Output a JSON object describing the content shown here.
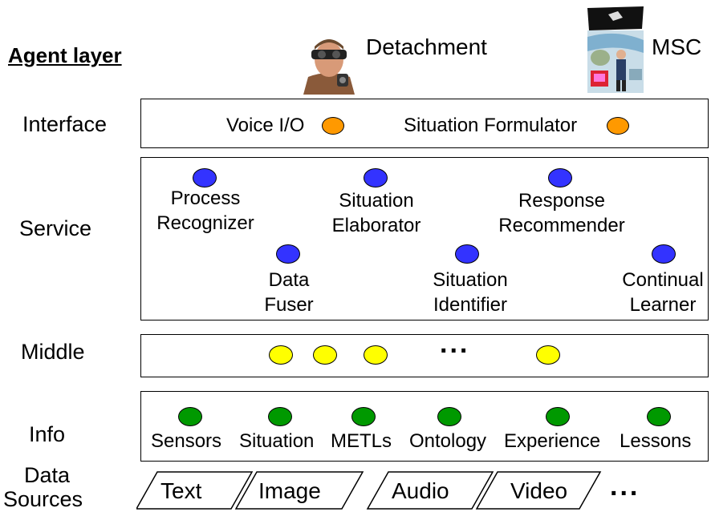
{
  "title": "Agent layer",
  "header": {
    "left_figure_label": "Detachment",
    "right_figure_label": "MSC"
  },
  "layers": {
    "interface": "Interface",
    "service": "Service",
    "middle": "Middle",
    "info": "Info",
    "data_sources_line1": "Data",
    "data_sources_line2": "Sources"
  },
  "interface_items": [
    "Voice I/O",
    "Situation Formulator"
  ],
  "service_items": {
    "process_recognizer": [
      "Process",
      "Recognizer"
    ],
    "situation_elaborator": [
      "Situation",
      "Elaborator"
    ],
    "response_recommender": [
      "Response",
      "Recommender"
    ],
    "data_fuser": [
      "Data",
      "Fuser"
    ],
    "situation_identifier": [
      "Situation",
      "Identifier"
    ],
    "continual_learner": [
      "Continual",
      "Learner"
    ]
  },
  "middle_ellipsis": "...",
  "info_items": [
    "Sensors",
    "Situation",
    "METLs",
    "Ontology",
    "Experience",
    "Lessons"
  ],
  "data_sources": [
    "Text",
    "Image",
    "Audio",
    "Video"
  ],
  "data_sources_ellipsis": "...",
  "colors": {
    "interface_dot": "#ff9900",
    "service_dot": "#3333ff",
    "middle_dot": "#ffff00",
    "info_dot": "#009900"
  }
}
